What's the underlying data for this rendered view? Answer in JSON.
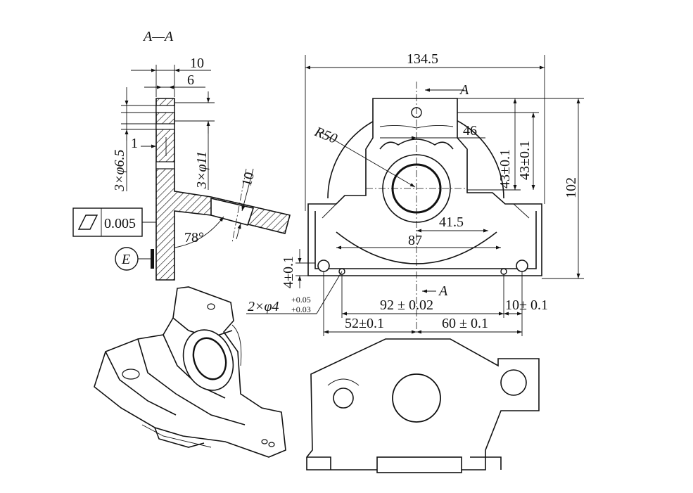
{
  "section": {
    "title": "A—A",
    "dims": {
      "d10": "10",
      "d6": "6",
      "d1": "1",
      "holes_small": "3×φ6.5",
      "holes_large": "3×φ11",
      "rib_thickness": "10",
      "angle": "78°",
      "flatness_value": "0.005",
      "datum": "E"
    }
  },
  "front_view": {
    "dims": {
      "width_total": "134.5",
      "height_total": "102",
      "radius": "R50",
      "w46": "46",
      "h43a": "43±0.1",
      "h43b": "43±0.1",
      "w41_5": "41.5",
      "w87": "87",
      "w92": "92 ± 0.02",
      "w10": "10± 0.1",
      "w52": "52±0.1",
      "w60": "60 ± 0.1",
      "h4": "4±0.1",
      "pin_holes_base": "2×φ4",
      "pin_tol_upper": "+0.05",
      "pin_tol_lower": "+0.03",
      "section_mark_top": "A",
      "section_mark_bottom": "A"
    }
  }
}
